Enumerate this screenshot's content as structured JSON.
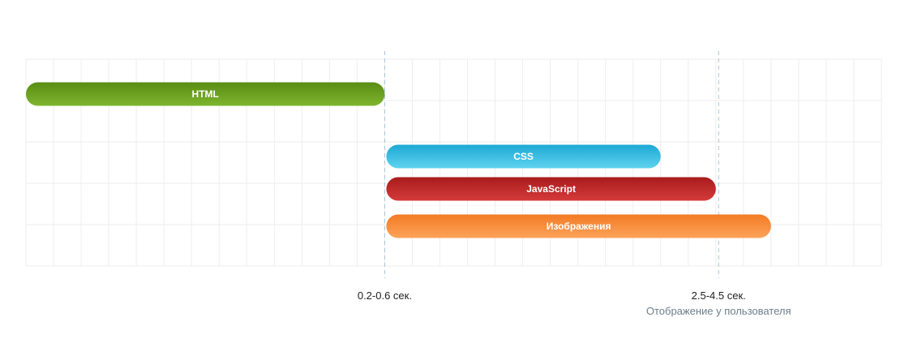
{
  "chart_data": {
    "type": "bar",
    "orientation": "horizontal",
    "title": "",
    "xlabel": "",
    "ylabel": "",
    "grid": true,
    "categories": [
      "HTML",
      "CSS",
      "JavaScript",
      "Изображения"
    ],
    "bars": [
      {
        "label": "HTML",
        "start": 0,
        "end": 13,
        "color_top": "#5a8c14",
        "color_bottom": "#7db52e"
      },
      {
        "label": "CSS",
        "start": 13,
        "end": 23,
        "color_top": "#1da8d4",
        "color_bottom": "#5fd3ef"
      },
      {
        "label": "JavaScript",
        "start": 13,
        "end": 25,
        "color_top": "#a81c1c",
        "color_bottom": "#d53a3a"
      },
      {
        "label": "Изображения",
        "start": 13,
        "end": 27,
        "color_top": "#f37b25",
        "color_bottom": "#fca35a"
      }
    ],
    "xlim": [
      0,
      31
    ],
    "markers": [
      {
        "x": 13,
        "label": "0.2-0.6 сек.",
        "sublabel": ""
      },
      {
        "x": 25.1,
        "label": "2.5-4.5 сек.",
        "sublabel": "Отображение у пользователя"
      }
    ],
    "colors": {
      "grid": "#eeeeee",
      "marker_line": "#a8c4d6",
      "marker_text": "#222222",
      "marker_subtext": "#6e7f8c"
    }
  }
}
